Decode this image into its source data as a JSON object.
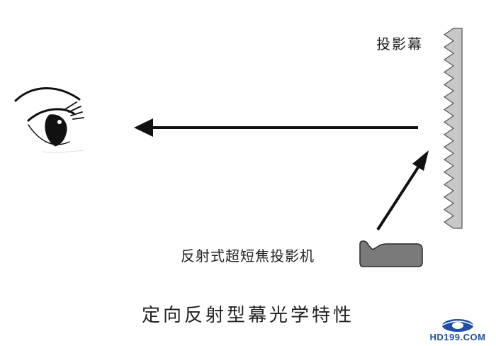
{
  "labels": {
    "screen": "投影幕",
    "projector": "反射式超短焦投影机",
    "caption": "定向反射型幕光学特性"
  },
  "watermark": {
    "text": "HD199.COM",
    "color": "#1f4fa8"
  },
  "colors": {
    "ink": "#111111",
    "screen_fill": "#c8c8c8",
    "screen_edge": "#555555",
    "projector_fill": "#7a7a7a"
  },
  "icons": {
    "eye": "eye-icon",
    "projector": "projector-icon",
    "screen": "screen-icon"
  }
}
